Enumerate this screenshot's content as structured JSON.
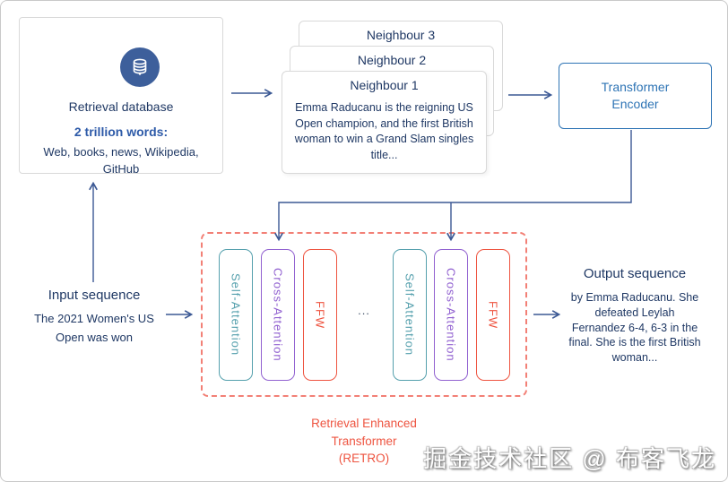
{
  "colors": {
    "navy_text": "#1f3864",
    "stat_blue": "#2d5aa8",
    "encoder_blue": "#2e74b5",
    "self_attention_teal": "#55a0ad",
    "cross_attention_purple": "#9161d0",
    "ffw_red": "#ee5440",
    "dashed_salmon": "#f28076",
    "arrow_slate": "#3b5894",
    "db_icon_circle": "#3d5f9b"
  },
  "database_box": {
    "title": "Retrieval database",
    "stat": "2 trillion words:",
    "sources_line1": "Web, books, news, Wikipedia,",
    "sources_line2": "GitHub"
  },
  "neighbours": {
    "n3_title": "Neighbour 3",
    "n2_title": "Neighbour 2",
    "n1_title": "Neighbour 1",
    "n1_lines": [
      "Emma Raducanu is the reigning US",
      "Open champion, and the first British",
      "woman to win a Grand Slam singles",
      "title..."
    ]
  },
  "encoder": {
    "line1": "Transformer",
    "line2": "Encoder"
  },
  "input_sequence": {
    "title": "Input sequence",
    "lines": [
      "The 2021 Women's US",
      "Open was won"
    ]
  },
  "output_sequence": {
    "title": "Output sequence",
    "lines": [
      "by Emma Raducanu. She",
      "defeated Leylah",
      "Fernandez 6-4, 6-3 in the",
      "final. She is the first British",
      "woman..."
    ]
  },
  "retro": {
    "self_attention": "Self-Attention",
    "cross_attention": "Cross-Attention",
    "ffw": "FFW",
    "dots": "...",
    "caption_lines": [
      "Retrieval Enhanced",
      "Transformer",
      "(RETRO)"
    ]
  },
  "watermark": "掘金技术社区 @ 布客飞龙"
}
